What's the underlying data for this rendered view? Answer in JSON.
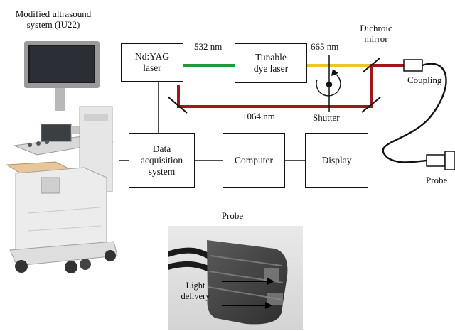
{
  "ultrasound_system": {
    "label_line1": "Modified ultrasound",
    "label_line2": "system (IU22)"
  },
  "boxes": {
    "ndyag_line1": "Nd:YAG",
    "ndyag_line2": "laser",
    "dye_line1": "Tunable",
    "dye_line2": "dye laser",
    "daq_line1": "Data",
    "daq_line2": "acquisition",
    "daq_line3": "system",
    "computer": "Computer",
    "display": "Display"
  },
  "beams": {
    "green": {
      "label": "532 nm",
      "color": "#1f9a3a"
    },
    "yellow": {
      "label": "665 nm",
      "color": "#f2c12e"
    },
    "red": {
      "label": "1064 nm",
      "color": "#9e1a1a"
    }
  },
  "labels": {
    "dichroic_line1": "Dichroic",
    "dichroic_line2": "mirror",
    "shutter": "Shutter",
    "coupling": "Coupling",
    "probe_right": "Probe",
    "probe_photo_title": "Probe",
    "light_delivery_line1": "Light",
    "light_delivery_line2": "delivery"
  }
}
